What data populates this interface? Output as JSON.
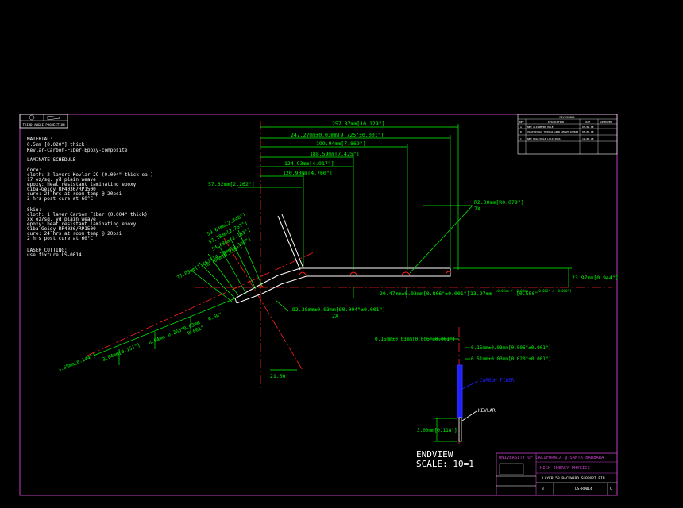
{
  "projection_label": "THIRD ANGLE PROJECTION",
  "notes": {
    "material_title": "MATERIAL:",
    "material_lines": [
      "0.5mm [0.020\"] thick",
      "Kevlar-Carbon-Fiber-Epoxy-composite"
    ],
    "laminate_title": "LAMINATE SCHEDULE",
    "core_title": "Core:",
    "core_lines": [
      "cloth: 2 layers Kevlar 29 (0.004\" thick ea.)",
      "  17 oz/sq. yd plain weave",
      "epoxy: heat resistant laminating epoxy",
      "  Ciba-Geigy RP4036/RP1500",
      "cure: 24 hrs at room temp @ 20psi",
      "  2 hrs post cure at 60°C"
    ],
    "skin_title": "Skin:",
    "skin_lines": [
      "cloth: 1 layer Carbon Fiber (0.004\" thick)",
      "  xx oz/sq. yd plain weave",
      "epoxy: heat resistant laminating epoxy",
      "  Ciba-Geigy RP4036/RP1500",
      "cure: 24 hrs at room temp @ 20psi",
      "  2 hrs post cure at 60°C"
    ],
    "laser_title": "LASER CUTTING:",
    "laser_line": "use fixture LS-0014"
  },
  "revision_block": {
    "header": "REVISIONS",
    "columns": [
      "REV",
      "DESCRIPTION",
      "DATE",
      "APPROVED"
    ],
    "rows": [
      {
        "rev": "A",
        "desc": "NEW ALIGNMENT HOLE",
        "date": "03-09-98"
      },
      {
        "rev": "B",
        "desc": "CHANGE MATERIAL TO KEVLAR-CARBON LAMINATE SCHEDULE",
        "date": "05-06-98"
      },
      {
        "rev": "C",
        "desc": "NEW EDGE/HOLE LOCATIONS",
        "date": "12-08-98"
      }
    ]
  },
  "dimensions": {
    "top_overall": "257.87mm[10.129\"]",
    "top_2": "247.27mm±0.03mm[9.725\"±0.001\"]",
    "top_3": "199.94mm[7.869\"]",
    "top_4": "188.59mm[7.425\"]",
    "top_5": "124.93mm[4.917\"]",
    "top_6": "120.90mm[4.760\"]",
    "left_offset": "57.62mm[2.262\"]",
    "radius": "R2.00mm[R0.079\"]",
    "radius_count": "7X",
    "height_right": "23.97mm[0.944\"]",
    "thickness_bottom": "20.47mm±0.03mm[0.806\"±0.001\"]",
    "slot_bottom_main": "13.97mm",
    "slot_bottom_tol": "+0.05mm / -0.00mm",
    "slot_bottom_inch": "[0.550\"",
    "slot_bottom_inch_tol": "+0.002\" / -0.000\"]",
    "diag_1": "59.64mm[2.348\"]",
    "diag_2": "57.18mm[2.251\"]",
    "diag_3": "54.68mm[2.153\"]",
    "diag_4": "4.29mm[0.169\"]",
    "diag_5": "18.70mm[0.736\"]",
    "diag_6": "37.03mm[1.457\"]",
    "hole": "Ø2.38mm±0.03mm[Ø0.094\"±0.001\"]",
    "hole_count": "2X",
    "low_1": "3.65mm[0.144\"]",
    "low_2": "3.84mm[0.151\"]",
    "low_3": "6.64mm",
    "low_4": "0.265\"",
    "low_5": "0.03mm",
    "low_6": "0.001\"",
    "low_7": "0.50\"",
    "angle": "21.00°"
  },
  "endview": {
    "dim_top": "0.15mm±0.03mm[0.006\"±0.001\"]",
    "dim_a": "0.15mm±0.03mm[0.006\"±0.001\"]",
    "dim_b": "0.51mm±0.03mm[0.020\"±0.001\"]",
    "dim_height": "3.00mm[0.118\"]",
    "carbon_label": "CARBON FIBER",
    "kevlar_label": "KEVLAR",
    "title": "ENDVIEW",
    "scale": "SCALE: 10=1"
  },
  "title_block": {
    "org": "UNIVERSITY OF CALIFORNIA @ SANTA BARBARA",
    "dept": "HIGH ENERGY PHYSICS",
    "drawing_title": "LAYER 5B BACKWARD SUPPORT RIB",
    "drawing_number": "LS-R0014",
    "rev": "C",
    "size": "B"
  },
  "colors": {
    "background": "#000000",
    "border": "#c040c0",
    "dimension": "#00ff00",
    "geometry": "#ffffff",
    "center_line": "#ff2020",
    "carbon": "#2020ff",
    "text_title": "#ffffff"
  }
}
